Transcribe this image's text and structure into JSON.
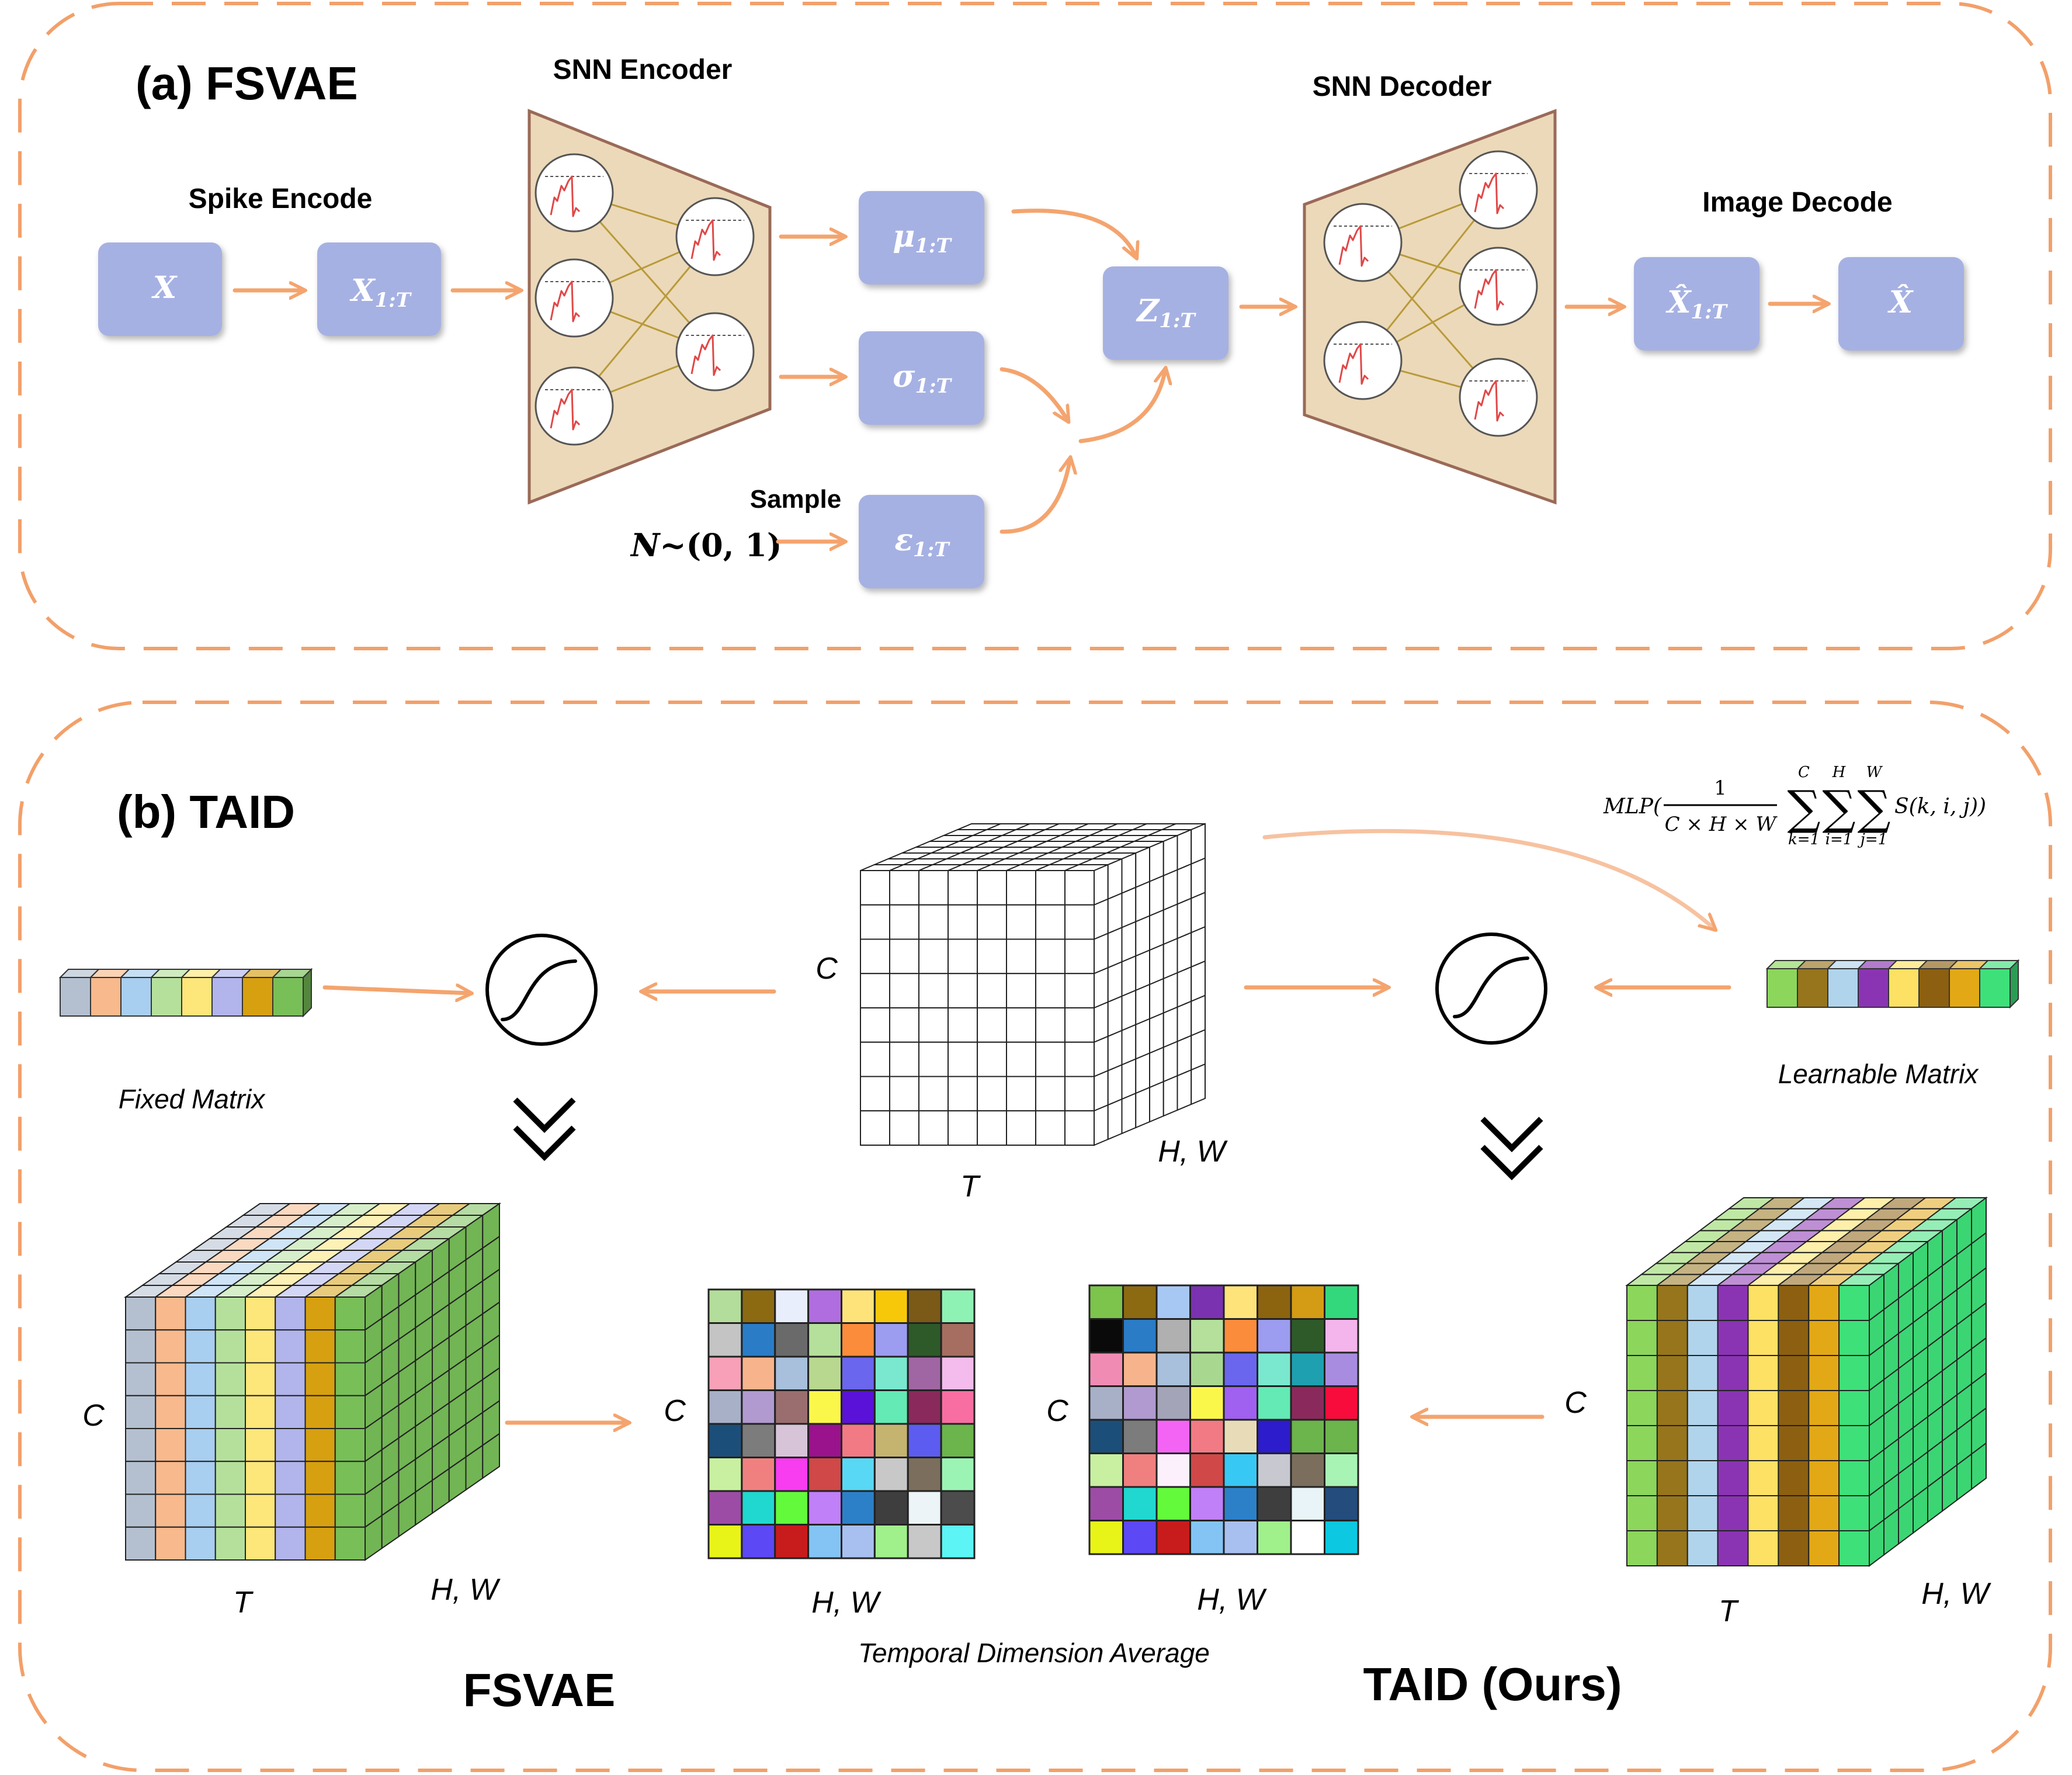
{
  "panel_a": {
    "title": "(a) FSVAE",
    "spike_encode": "Spike Encode",
    "snn_encoder": "SNN Encoder",
    "snn_decoder": "SNN Decoder",
    "image_decode": "Image Decode",
    "sample": "Sample",
    "node_x": "X",
    "node_x1t": "X",
    "node_mu": "μ",
    "node_sigma": "σ",
    "node_eps": "ε",
    "node_z": "Z",
    "node_xhat1t": "X̂",
    "node_xhat": "X̂",
    "subscript": "1:T",
    "noise_n": "N",
    "noise_dist": "~(0, 1)"
  },
  "panel_b": {
    "title": "(b) TAID",
    "fixed_matrix": "Fixed Matrix",
    "learnable_matrix": "Learnable Matrix",
    "formula_head": "MLP(",
    "formula_num": "1",
    "formula_den": "C × H × W",
    "formula_sum1_top": "C",
    "formula_sum1_bot": "k=1",
    "formula_sum2_top": "H",
    "formula_sum2_bot": "i=1",
    "formula_sum3_top": "W",
    "formula_sum3_bot": "j=1",
    "formula_tail": "S(k, i, j))",
    "label_c": "C",
    "label_t": "T",
    "label_hw": "H, W",
    "temporal_avg": "Temporal Dimension Average",
    "fsvae_label": "FSVAE",
    "taid_label": "TAID (Ours)"
  },
  "colors": {
    "arrow": "#f4a46e",
    "node_fill": "#a6b1e3",
    "trapezoid_fill": "#ecd9b9",
    "trapezoid_stroke": "#9a6a58",
    "dashed_border": "#f2a06a",
    "connection": "#b89a3a",
    "spike": "#e04848",
    "fixed_strip": [
      "#b4c0d0",
      "#f8b98c",
      "#a8cef0",
      "#b5e09c",
      "#fde67a",
      "#b1b5ec",
      "#d6a010",
      "#78bf58"
    ],
    "learnable_strip": [
      "#8cd65c",
      "#96751c",
      "#b0d4ec",
      "#8a34b4",
      "#fde164",
      "#8c6010",
      "#e2a816",
      "#3ee07a"
    ],
    "grid_left": [
      [
        "#b3dd9a",
        "#8c6a12",
        "#e8eefc",
        "#b06de0",
        "#fde37a",
        "#f7c80a",
        "#7b5a18",
        "#8ef2b4"
      ],
      [
        "#c4c4c4",
        "#2a7cc7",
        "#6a6a6a",
        "#b4e09c",
        "#fb8c3c",
        "#9c9cf0",
        "#2e5a2a",
        "#a66e60"
      ],
      [
        "#f7a0b8",
        "#f7b48c",
        "#a8c0dc",
        "#b8d890",
        "#6a66ee",
        "#7ae8ce",
        "#a066a4",
        "#f3bcec"
      ],
      [
        "#a8b0c8",
        "#b09ad0",
        "#9a6e6e",
        "#fbf74a",
        "#5a12d8",
        "#64eab4",
        "#8a2a5c",
        "#f86ea2"
      ],
      [
        "#1c4e7a",
        "#7c7c7c",
        "#d8c4d8",
        "#9a128c",
        "#f27a84",
        "#c4b470",
        "#5c5cf0",
        "#6cb44c"
      ],
      [
        "#c8f0a0",
        "#f08080",
        "#f83cf0",
        "#d04848",
        "#58d8f4",
        "#c8c8c8",
        "#7c6e5c",
        "#9cf4b4"
      ],
      [
        "#9c4ca4",
        "#20d8d0",
        "#64fa3c",
        "#c080f8",
        "#2c80c8",
        "#3e3e3e",
        "#ecf4f8",
        "#4c4c4c"
      ],
      [
        "#e8f418",
        "#5c48f4",
        "#c81c1c",
        "#84c4f4",
        "#a8c0f0",
        "#a0f08c",
        "#c8c8c8",
        "#5cf4f4"
      ]
    ],
    "grid_right": [
      [
        "#7cc44c",
        "#8c6a12",
        "#a8c8f4",
        "#7a32b0",
        "#fde37a",
        "#8c6410",
        "#d49c14",
        "#34d87c"
      ],
      [
        "#0a0a0a",
        "#2a7cc7",
        "#b0b0b0",
        "#b4e09c",
        "#fb8c3c",
        "#9c9cf0",
        "#2e5a2a",
        "#f4b4ec"
      ],
      [
        "#f08cb4",
        "#f7b48c",
        "#a8c0dc",
        "#a8d890",
        "#6a66ee",
        "#7ae8ce",
        "#1ea0b0",
        "#a88ce0"
      ],
      [
        "#a8b0c8",
        "#b09ad0",
        "#a4a4b8",
        "#fbf74a",
        "#a060f0",
        "#64eab4",
        "#8a2a5c",
        "#f80c3c"
      ],
      [
        "#1c4e7a",
        "#7c7c7c",
        "#f464f4",
        "#f27a84",
        "#e8dcb8",
        "#2c1ccc",
        "#6cb44c",
        "#6cb44c"
      ],
      [
        "#c8f0a0",
        "#f08080",
        "#fcf0fc",
        "#d04848",
        "#38c8f4",
        "#c8c8d0",
        "#7c6e5c",
        "#a8f4b4"
      ],
      [
        "#9c4ca4",
        "#20d8d0",
        "#64fa3c",
        "#c080f8",
        "#2c80c8",
        "#3e3e3e",
        "#e8f4f8",
        "#244c7c"
      ],
      [
        "#e8f418",
        "#5c48f4",
        "#c81c1c",
        "#84c4f4",
        "#a8c0f0",
        "#a0f08c",
        "#ffffff",
        "#0cc8e0"
      ]
    ]
  }
}
